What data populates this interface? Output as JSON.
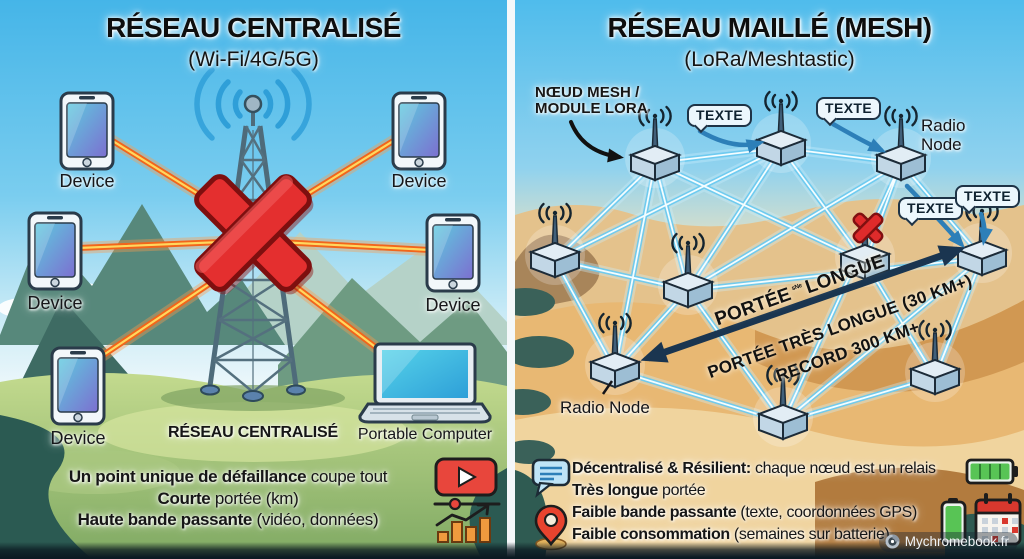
{
  "left_panel": {
    "title": "RÉSEAU CENTRALISÉ",
    "subtitle": "(Wi-Fi/4G/5G)",
    "tower_label": "RÉSEAU CENTRALISÉ",
    "device_labels": [
      "Device",
      "Device",
      "Device",
      "Device",
      "Device"
    ],
    "laptop_label": "Portable Computer",
    "features": [
      {
        "bold": "Un point unique de défaillance",
        "rest": " coupe tout"
      },
      {
        "bold": "Courte",
        "rest": " portée (km)"
      },
      {
        "bold": "Haute bande passante",
        "rest": " (vidéo, données)"
      }
    ],
    "icons": [
      "video-player-icon",
      "bar-chart-growth-icon",
      "cell-tower-icon",
      "red-cross-icon",
      "smartphone-icon",
      "laptop-icon"
    ]
  },
  "right_panel": {
    "title": "RÉSEAU MAILLÉ (MESH)",
    "subtitle": "(LoRa/Meshtastic)",
    "callout_lines": [
      "NŒUD MESH /",
      "MODULE LORA"
    ],
    "texte_labels": [
      "TEXTE",
      "TEXTE",
      "TEXTE",
      "TEXTE"
    ],
    "radio_node_top": "Radio Node",
    "radio_node_bottom": "Radio Node",
    "range_labels": {
      "line1_start": "PORTÉE",
      "line1_small": "ˢᴺᵉ",
      "line1_end": "LONGUE",
      "line2": "PORTÉE TRÈS LONGUE (30 KM+)",
      "line3": "RECORD 300 KM+"
    },
    "features": [
      {
        "bold": "Décentralisé & Résilient:",
        "rest": " chaque nœud est un relais"
      },
      {
        "bold": "Très longue",
        "rest": " portée"
      },
      {
        "bold": "Faible bande passante",
        "rest": " (texte, coordonnées GPS)"
      },
      {
        "bold": "Faible consommation",
        "rest": " (semaines sur batterie)"
      }
    ],
    "icons": [
      "chat-bubble-icon",
      "location-pin-icon",
      "battery-horizontal-icon",
      "battery-vertical-icon",
      "calendar-icon",
      "mesh-node-icon",
      "red-cross-icon",
      "range-double-arrow"
    ]
  },
  "watermark": {
    "text": "Mychromebook.fr",
    "icon": "mychromebook-logo-icon"
  },
  "colors": {
    "beam_orange": "#F2651B",
    "beam_core_yellow": "#FFD75E",
    "mesh_link_cyan": "#6CC9EF",
    "error_red": "#E42F2F",
    "range_arrow_navy": "#1A3550",
    "wifi_blue": "#2F9FD8",
    "battery_green": "#58C455",
    "calendar_red": "#D8382E",
    "text_dark": "#161616"
  }
}
